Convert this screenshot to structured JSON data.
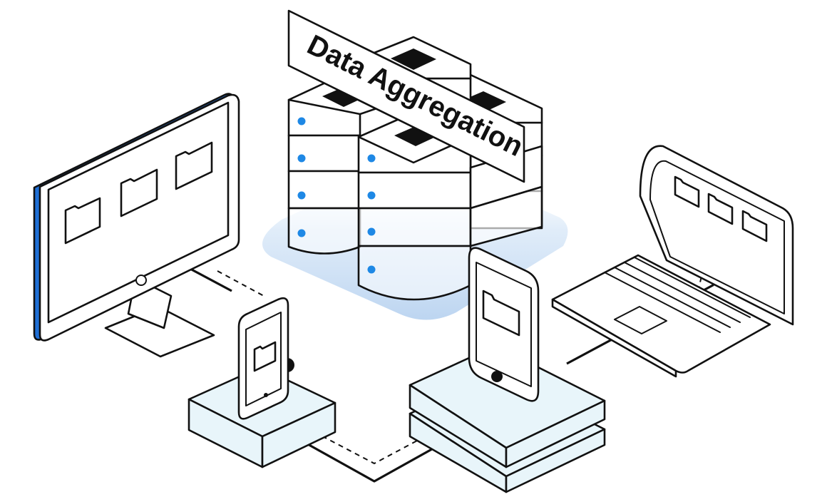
{
  "diagram": {
    "title": "Data Aggregation",
    "colors": {
      "ink": "#111111",
      "accent_blue": "#1f6fd6",
      "led_blue": "#1e88e5",
      "glow_blue": "#c7ddf5",
      "panel_fill": "#e8f5fa",
      "white": "#ffffff"
    },
    "nodes": [
      {
        "id": "server-stack",
        "icon": "server-stack-icon"
      },
      {
        "id": "desktop-monitor",
        "icon": "desktop-monitor-icon",
        "folders": 3
      },
      {
        "id": "laptop",
        "icon": "laptop-icon",
        "folders": 3
      },
      {
        "id": "phone-small",
        "icon": "smartphone-icon",
        "folders": 1
      },
      {
        "id": "tablet-large",
        "icon": "tablet-icon",
        "folders": 1
      }
    ]
  }
}
